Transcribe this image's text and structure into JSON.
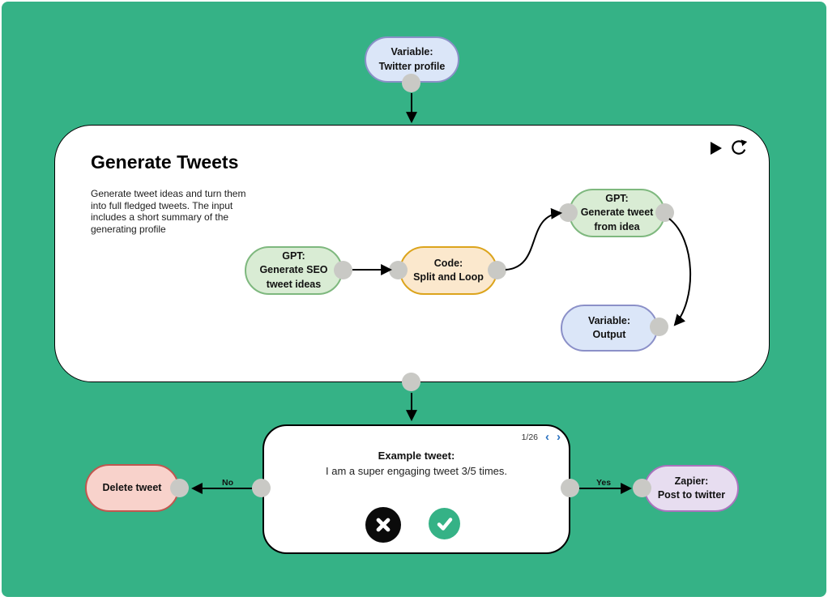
{
  "colors": {
    "canvas_green": "#35b286",
    "variable_node_fill": "#dbe6f8",
    "variable_node_border": "#8b90c8",
    "gpt_node_fill": "#d9ecd4",
    "gpt_node_border": "#7eb87e",
    "code_node_fill": "#fbe8cd",
    "code_node_border": "#dca41c",
    "delete_node_fill": "#f8d2cb",
    "delete_node_border": "#c1564f",
    "zapier_node_fill": "#e7ddf0",
    "zapier_node_border": "#a973bd",
    "connector_gray": "#c9c9c5",
    "approve_green": "#35b286",
    "reject_black": "#0b0b0b",
    "pager_chevron_blue": "#2b72c0"
  },
  "start_node": {
    "line1": "Variable:",
    "line2": "Twitter profile"
  },
  "group": {
    "title": "Generate Tweets",
    "description": "Generate tweet ideas and turn them into full fledged tweets. The input includes a short summary of the generating profile"
  },
  "nodes": {
    "gpt_seo": {
      "line1": "GPT:",
      "line2": "Generate SEO",
      "line3": "tweet ideas"
    },
    "code_split": {
      "line1": "Code:",
      "line2": "Split and Loop"
    },
    "gpt_tweet": {
      "line1": "GPT:",
      "line2": "Generate tweet",
      "line3": "from idea"
    },
    "var_output": {
      "line1": "Variable:",
      "line2": "Output"
    },
    "delete_tweet": {
      "line1": "Delete tweet"
    },
    "zapier": {
      "line1": "Zapier:",
      "line2": "Post to twitter"
    }
  },
  "edges": {
    "no_label": "No",
    "yes_label": "Yes"
  },
  "example_card": {
    "pagination": "1/26",
    "prev_icon": "‹",
    "next_icon": "›",
    "heading": "Example tweet:",
    "tweet_text": "I am a super engaging tweet 3/5 times."
  },
  "icons": {
    "run": "play-icon",
    "refresh": "refresh-icon",
    "reject": "x-icon",
    "approve": "check-icon",
    "prev": "chevron-left-icon",
    "next": "chevron-right-icon"
  }
}
